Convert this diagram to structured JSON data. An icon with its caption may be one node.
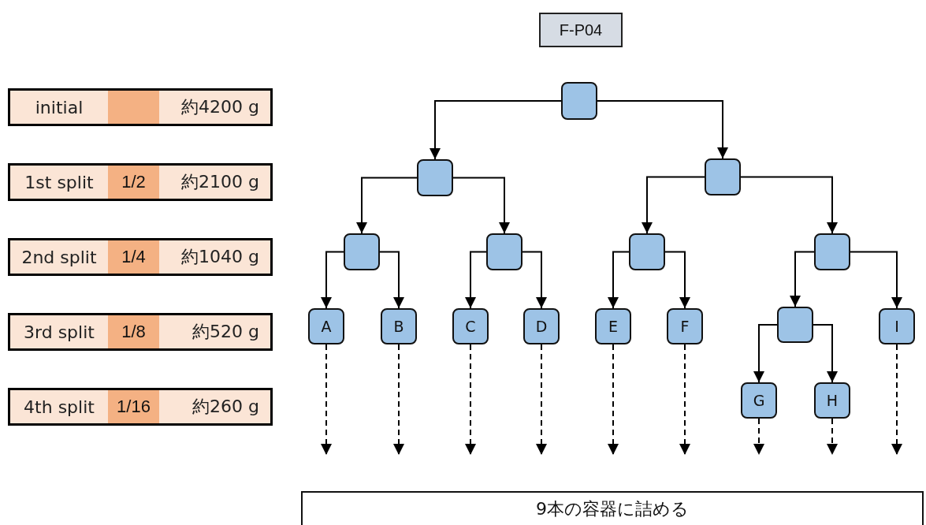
{
  "diagram": {
    "nodes": [
      {
        "text": [
          "F-P04"
        ]
      },
      {
        "text": [],
        "shape": "box"
      },
      {
        "text": [],
        "shape": "box"
      },
      {
        "text": [],
        "shape": "box"
      },
      {
        "text": [],
        "shape": "box"
      },
      {
        "text": [],
        "shape": "box"
      },
      {
        "text": [],
        "shape": "box"
      },
      {
        "text": [],
        "shape": "box"
      },
      {
        "text": [
          "A"
        ]
      },
      {
        "text": [
          "B"
        ]
      },
      {
        "text": [
          "C"
        ]
      },
      {
        "text": [
          "D"
        ]
      },
      {
        "text": [
          "E"
        ]
      },
      {
        "text": [
          "F"
        ]
      },
      {
        "text": [],
        "shape": "box"
      },
      {
        "text": [
          "I"
        ]
      },
      {
        "text": [
          "G"
        ]
      },
      {
        "text": [
          "H"
        ]
      },
      {
        "text": [
          "9本の容器に詰める"
        ]
      }
    ],
    "edges": [
      {
        "from": 1,
        "to": 2,
        "arrow": "to"
      },
      {
        "from": 1,
        "to": 3,
        "arrow": "to"
      },
      {
        "from": 2,
        "to": 4,
        "arrow": "to"
      },
      {
        "from": 2,
        "to": 5,
        "arrow": "to"
      },
      {
        "from": 3,
        "to": 6,
        "arrow": "to"
      },
      {
        "from": 3,
        "to": 7,
        "arrow": "to"
      },
      {
        "from": 4,
        "to": 8,
        "arrow": "to"
      },
      {
        "from": 4,
        "to": 9,
        "arrow": "to"
      },
      {
        "from": 5,
        "to": 10,
        "arrow": "to"
      },
      {
        "from": 5,
        "to": 11,
        "arrow": "to"
      },
      {
        "from": 6,
        "to": 12,
        "arrow": "to"
      },
      {
        "from": 6,
        "to": 13,
        "arrow": "to"
      },
      {
        "from": 7,
        "to": 14,
        "arrow": "to"
      },
      {
        "from": 7,
        "to": 15,
        "arrow": "to"
      },
      {
        "from": 14,
        "to": 16,
        "arrow": "to"
      },
      {
        "from": 14,
        "to": 17,
        "arrow": "to"
      },
      {
        "from": 8,
        "to": null,
        "arrow": "to",
        "style": "dashed"
      },
      {
        "from": 9,
        "to": null,
        "arrow": "to",
        "style": "dashed"
      },
      {
        "from": 10,
        "to": null,
        "arrow": "to",
        "style": "dashed"
      },
      {
        "from": 11,
        "to": null,
        "arrow": "to",
        "style": "dashed"
      },
      {
        "from": 12,
        "to": null,
        "arrow": "to",
        "style": "dashed"
      },
      {
        "from": 13,
        "to": null,
        "arrow": "to",
        "style": "dashed"
      },
      {
        "from": 16,
        "to": null,
        "arrow": "to",
        "style": "dashed"
      },
      {
        "from": 17,
        "to": null,
        "arrow": "to",
        "style": "dashed"
      },
      {
        "from": 15,
        "to": null,
        "arrow": "to",
        "style": "dashed"
      }
    ],
    "labels": [
      "initial",
      "約4200 g",
      "1st split",
      "1/2",
      "約2100 g",
      "2nd split",
      "1/4",
      "約1040 g",
      "3rd split",
      "1/8",
      "約520 g",
      "4th split",
      "1/16",
      "約260 g"
    ]
  }
}
